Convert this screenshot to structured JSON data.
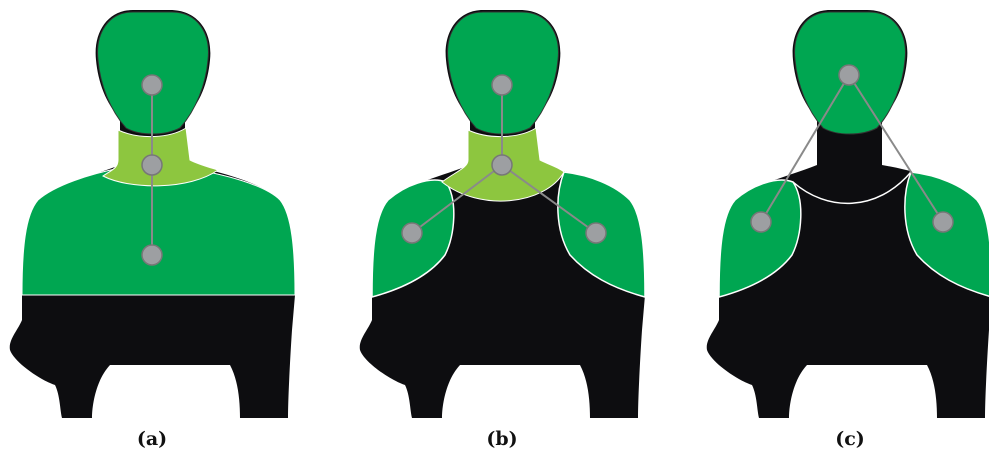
{
  "panels": [
    {
      "id": "a",
      "caption": "(a)"
    },
    {
      "id": "b",
      "caption": "(b)"
    },
    {
      "id": "c",
      "caption": "(c)"
    }
  ],
  "colors": {
    "body": "#0d0d10",
    "region_green": "#00a651",
    "neck_light": "#8dc63f",
    "joint": "#9d9fa2",
    "bone": "#8a8a8a",
    "boundary": "#ffffff"
  }
}
